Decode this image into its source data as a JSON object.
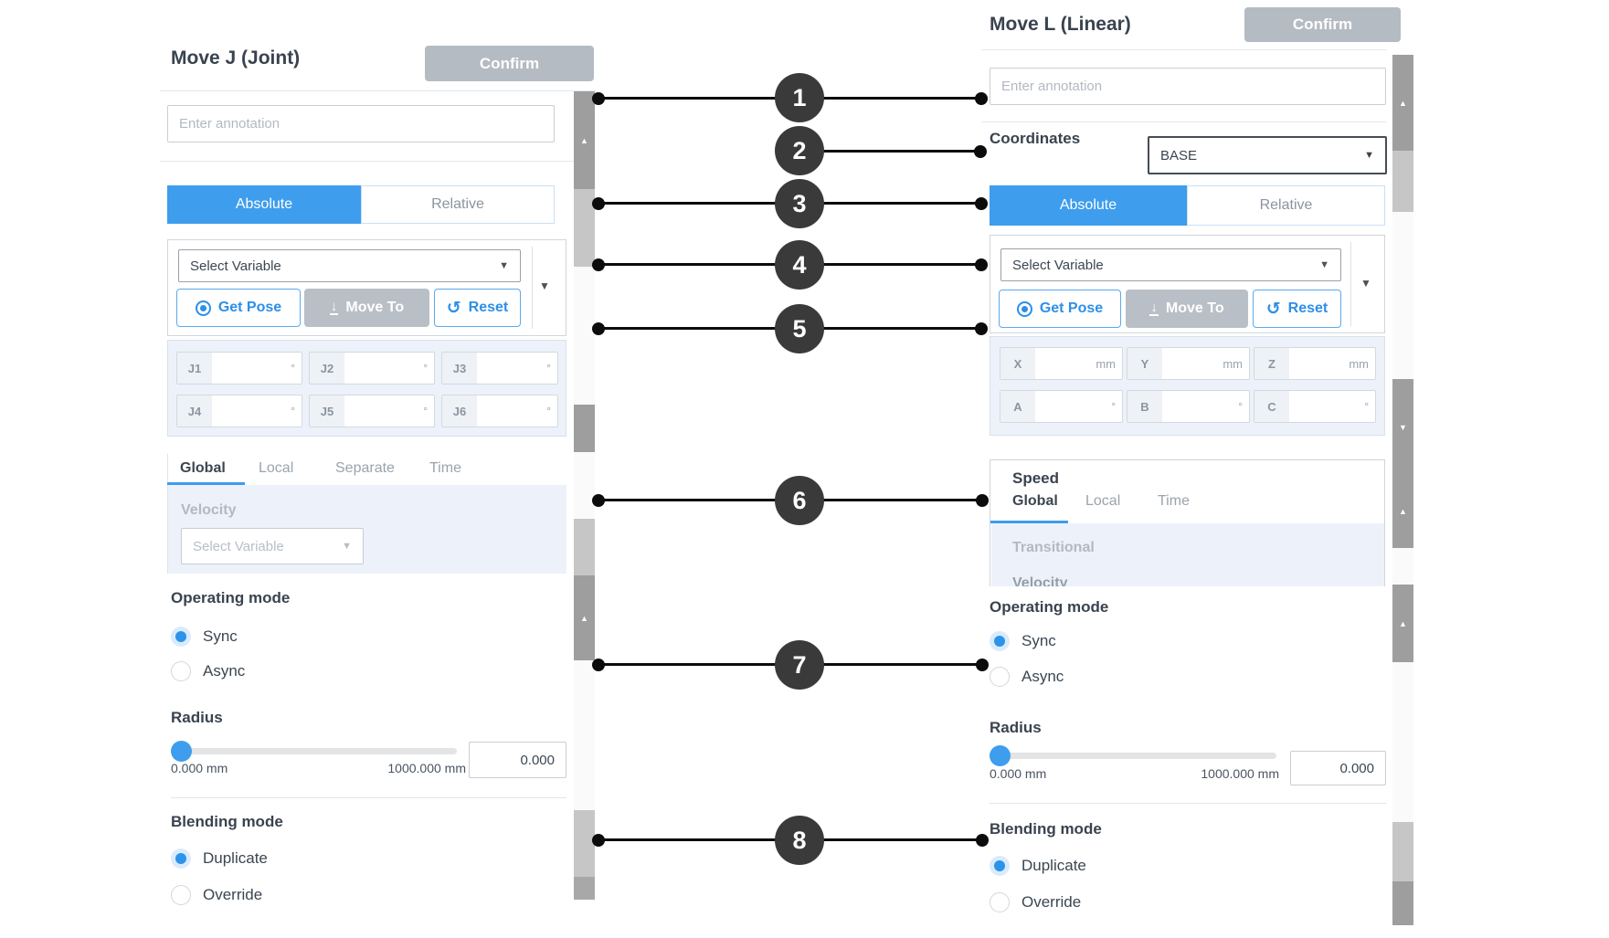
{
  "icons": {
    "caret_down": "▼",
    "scroll_up": "▲",
    "scroll_down": "▼",
    "reset": "↺",
    "down_arrow": "↓"
  },
  "colors": {
    "accent_blue": "#3e9ded",
    "confirm_gray": "#b5bbc3",
    "panel_blue_bg": "#edf2fa",
    "callout_dark": "#3a3a3a",
    "scroll_dark": "#9e9e9e",
    "scroll_medium": "#c6c6c6",
    "scroll_light": "#fafafa"
  },
  "callouts": {
    "items": [
      "1",
      "2",
      "3",
      "4",
      "5",
      "6",
      "7",
      "8"
    ]
  },
  "left": {
    "title": "Move J (Joint)",
    "confirm_label": "Confirm",
    "annotation_placeholder": "Enter annotation",
    "mode_tabs": {
      "absolute": "Absolute",
      "relative": "Relative"
    },
    "variable_select_placeholder": "Select Variable",
    "buttons": {
      "get_pose": "Get Pose",
      "move_to": "Move To",
      "reset": "Reset"
    },
    "joints": [
      {
        "label": "J1",
        "unit": "°"
      },
      {
        "label": "J2",
        "unit": "°"
      },
      {
        "label": "J3",
        "unit": "°"
      },
      {
        "label": "J4",
        "unit": "°"
      },
      {
        "label": "J5",
        "unit": "°"
      },
      {
        "label": "J6",
        "unit": "°"
      }
    ],
    "speed_tabs": [
      "Global",
      "Local",
      "Separate",
      "Time"
    ],
    "velocity_label": "Velocity",
    "velocity_select_placeholder": "Select Variable",
    "operating_mode_heading": "Operating mode",
    "sync_label": "Sync",
    "async_label": "Async",
    "radius_heading": "Radius",
    "radius_min": "0.000 mm",
    "radius_max": "1000.000 mm",
    "radius_value": "0.000",
    "blending_heading": "Blending mode",
    "duplicate_label": "Duplicate",
    "override_label": "Override"
  },
  "right": {
    "title": "Move L (Linear)",
    "confirm_label": "Confirm",
    "annotation_placeholder": "Enter annotation",
    "coordinates_label": "Coordinates",
    "coordinates_value": "BASE",
    "mode_tabs": {
      "absolute": "Absolute",
      "relative": "Relative"
    },
    "variable_select_placeholder": "Select Variable",
    "buttons": {
      "get_pose": "Get Pose",
      "move_to": "Move To",
      "reset": "Reset"
    },
    "pose_fields": [
      {
        "label": "X",
        "unit": "mm"
      },
      {
        "label": "Y",
        "unit": "mm"
      },
      {
        "label": "Z",
        "unit": "mm"
      },
      {
        "label": "A",
        "unit": "°"
      },
      {
        "label": "B",
        "unit": "°"
      },
      {
        "label": "C",
        "unit": "°"
      }
    ],
    "speed_heading": "Speed",
    "speed_tabs": [
      "Global",
      "Local",
      "Time"
    ],
    "transitional_label": "Transitional",
    "clipped_velocity_label": "Velocity",
    "operating_mode_heading": "Operating mode",
    "sync_label": "Sync",
    "async_label": "Async",
    "radius_heading": "Radius",
    "radius_min": "0.000 mm",
    "radius_max": "1000.000 mm",
    "radius_value": "0.000",
    "blending_heading": "Blending mode",
    "duplicate_label": "Duplicate",
    "override_label": "Override"
  }
}
